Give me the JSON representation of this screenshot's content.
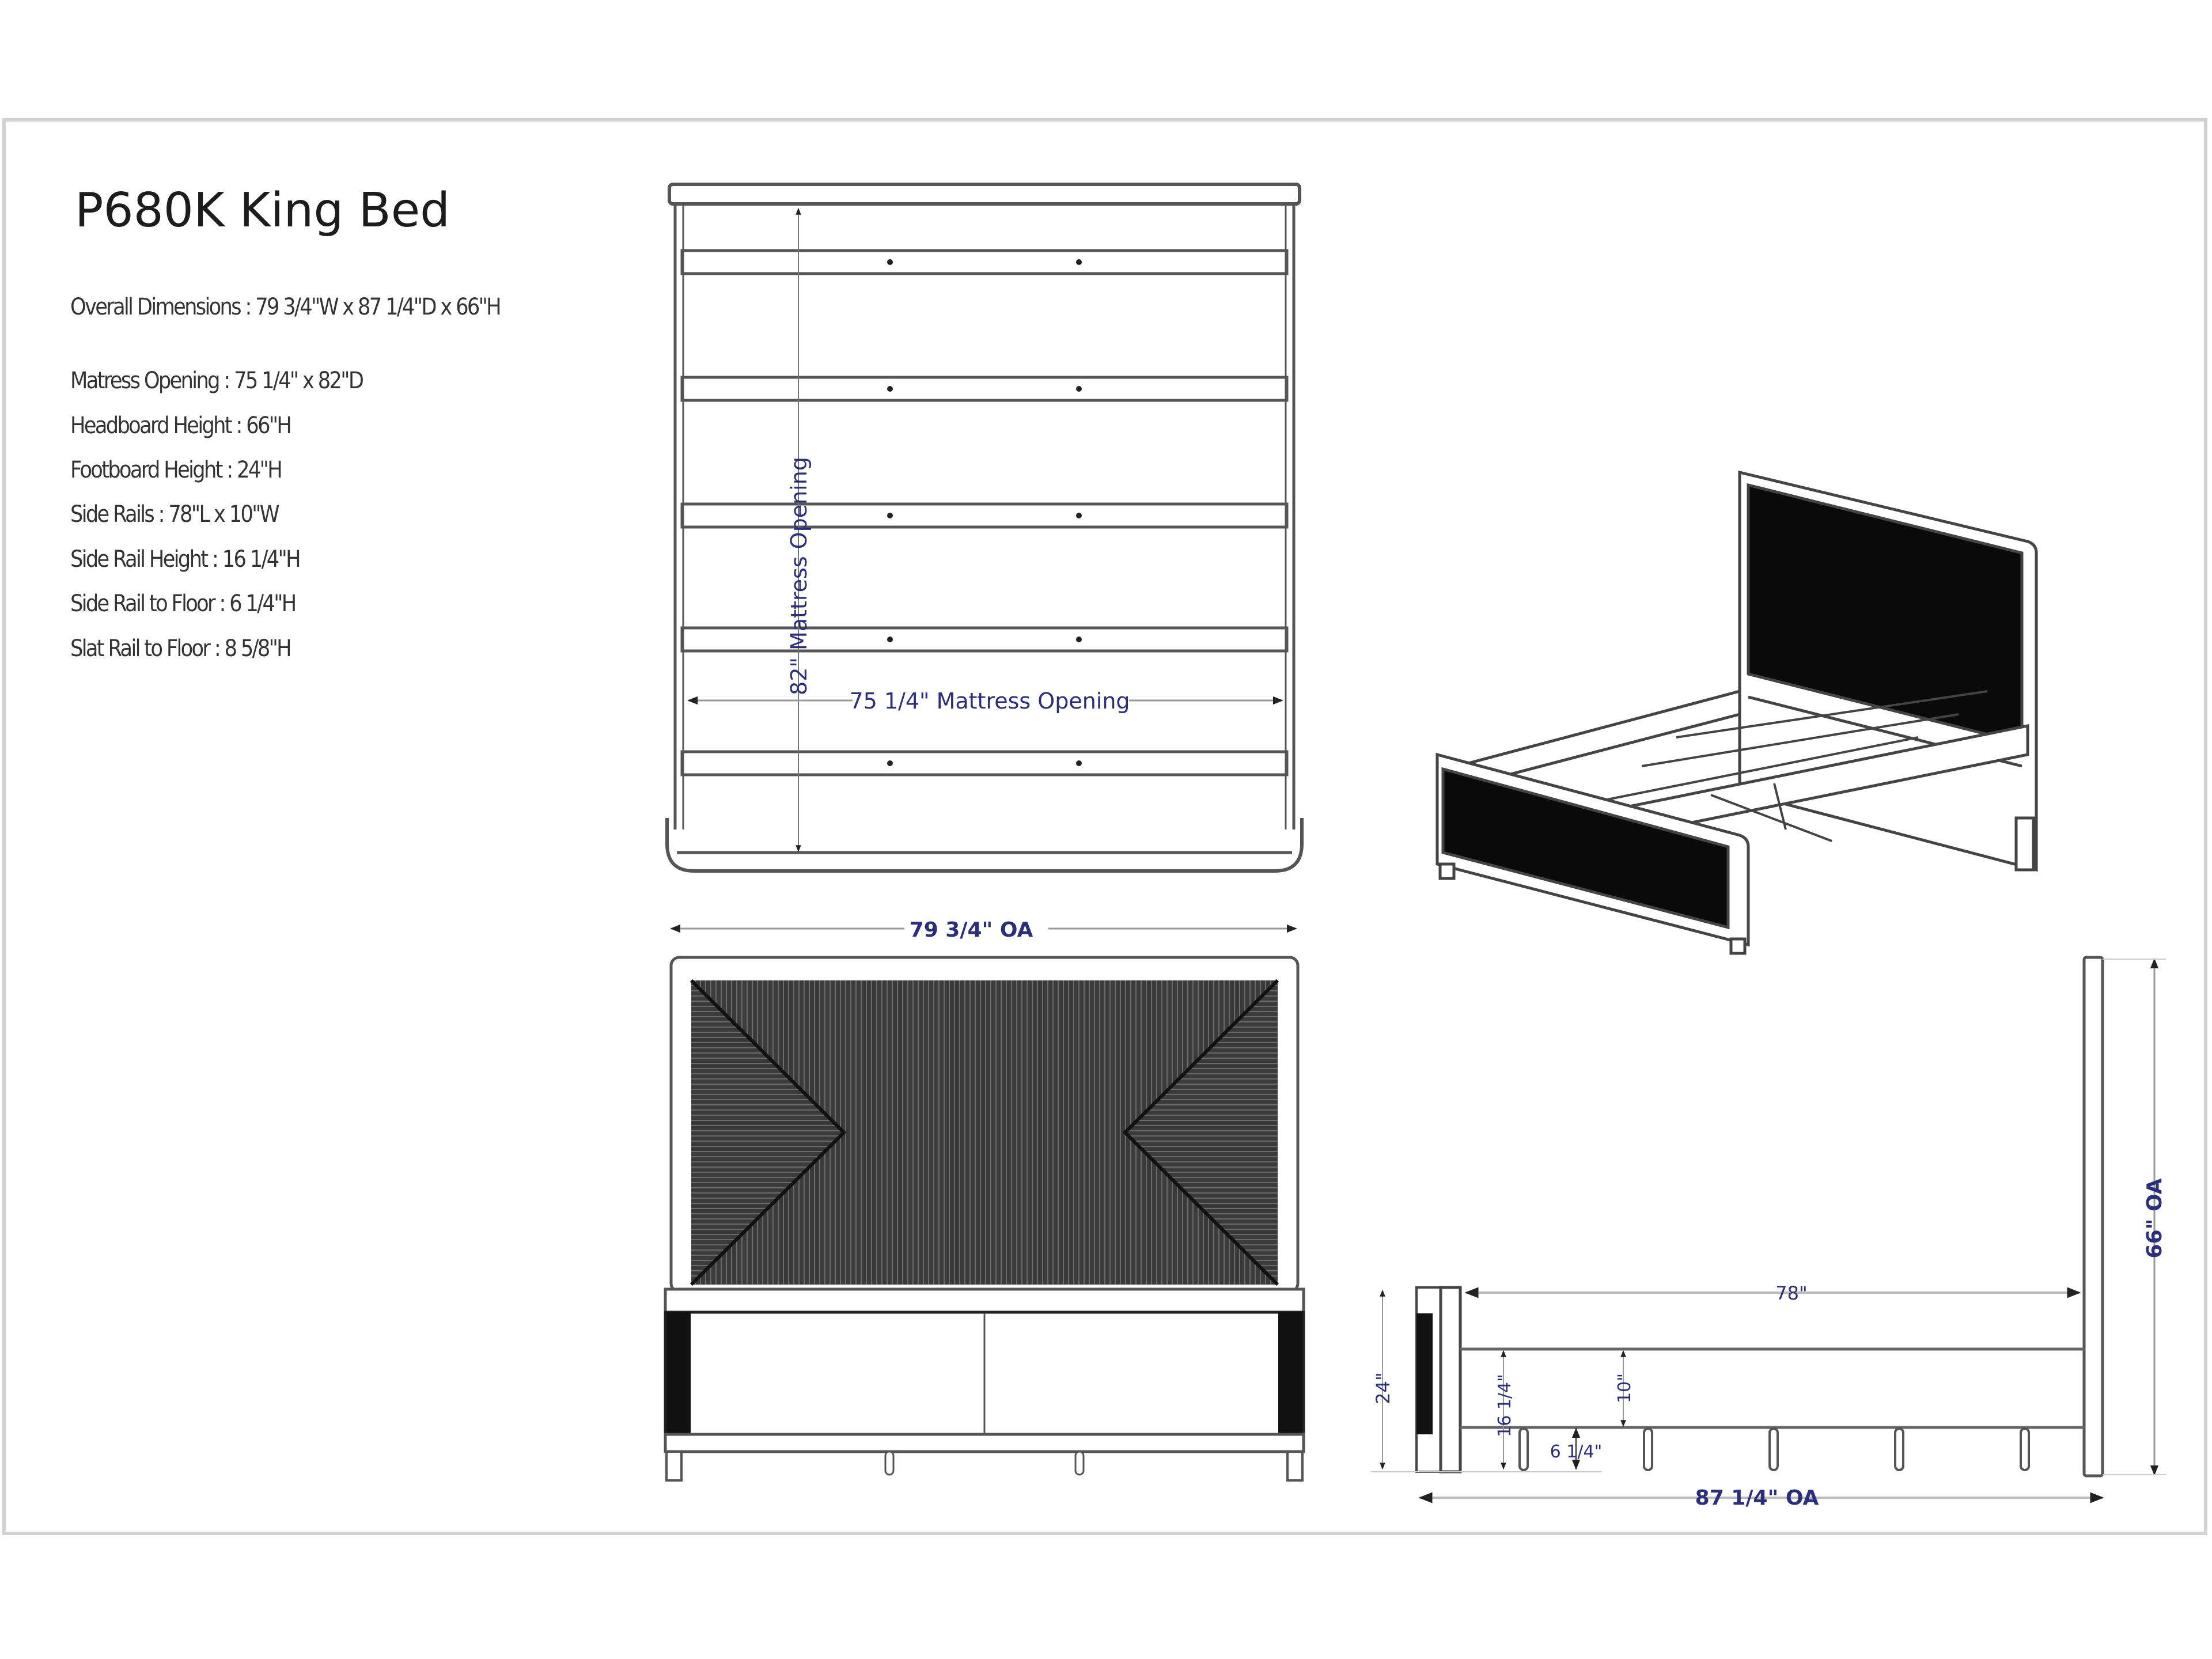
{
  "sheet": {
    "title": "P680K King Bed",
    "specs": [
      {
        "label": "Overall Dimensions",
        "value": "79 3/4\"W x  87 1/4\"D x 66\"H"
      },
      {
        "label": "Matress Opening",
        "value": "75 1/4\"  x  82\"D"
      },
      {
        "label": "Headboard Height",
        "value": "66\"H"
      },
      {
        "label": "Footboard Height",
        "value": "24\"H"
      },
      {
        "label": "Side Rails",
        "value": "78\"L  x  10\"W"
      },
      {
        "label": "Side Rail Height",
        "value": "16 1/4\"H"
      },
      {
        "label": "Side Rail to Floor",
        "value": "6 1/4\"H"
      },
      {
        "label": "Slat Rail to Floor",
        "value": "8 5/8\"H"
      }
    ],
    "spec_lines": [
      "Overall Dimensions : 79 3/4\"W x  87 1/4\"D x 66\"H",
      "Matress Opening : 75 1/4\"  x  82\"D",
      "Headboard Height : 66\"H",
      "Footboard Height : 24\"H",
      "Side Rails : 78\"L  x  10\"W",
      "Side Rail Height : 16 1/4\"H",
      "Side Rail to Floor : 6 1/4\"H",
      "Slat Rail to Floor : 8 5/8\"H"
    ]
  },
  "views": {
    "plan": {
      "name": "Top plan view",
      "dim_width": "75 1/4\" Mattress Opening",
      "dim_depth": "82\" Mattress Opening",
      "slat_count": 5
    },
    "front": {
      "name": "Front elevation",
      "dim_overall_width": "79 3/4\"  OA"
    },
    "isometric": {
      "name": "Isometric view"
    },
    "side": {
      "name": "Side elevation",
      "dim_rail_length": "78\"",
      "dim_footboard_height": "24\"",
      "dim_side_rail_height": "16 1/4\"",
      "dim_rail_width": "10\"",
      "dim_rail_to_floor": "6 1/4\"",
      "dim_overall_depth": "87 1/4\"  OA",
      "dim_overall_height": "66\" OA"
    }
  },
  "colors": {
    "line": "#555555",
    "panel": "#3a3a3a",
    "dimension_text": "#2b2e7a",
    "frame_border": "#d2d2d2"
  }
}
